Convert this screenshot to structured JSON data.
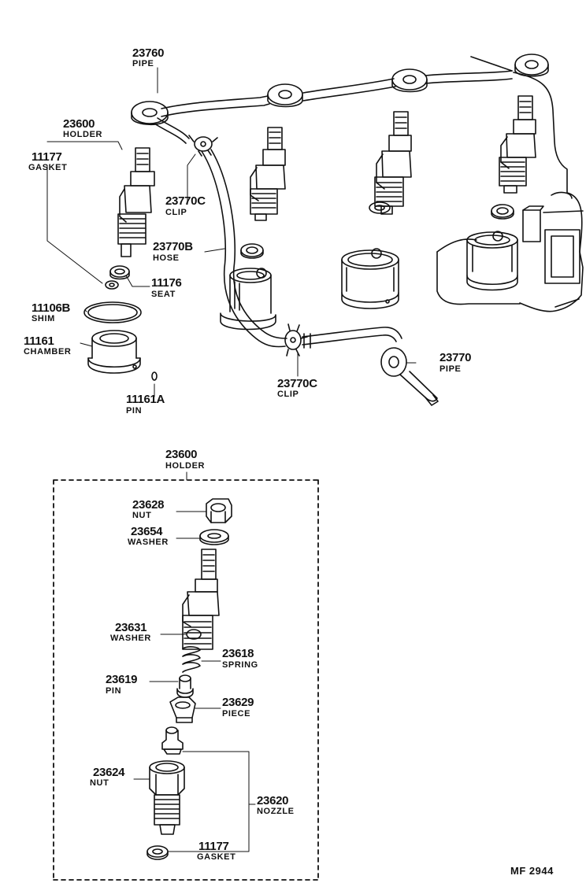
{
  "figure_code": "MF  2944",
  "callouts": {
    "pipe_23760": {
      "number": "23760",
      "name": "PIPE"
    },
    "holder_top": {
      "number": "23600",
      "name": "HOLDER"
    },
    "gasket_top": {
      "number": "11177",
      "name": "GASKET"
    },
    "clip_23770c_a": {
      "number": "23770C",
      "name": "CLIP"
    },
    "hose_23770b": {
      "number": "23770B",
      "name": "HOSE"
    },
    "seat_11176": {
      "number": "11176",
      "name": "SEAT"
    },
    "shim_11106b": {
      "number": "11106B",
      "name": "SHIM"
    },
    "chamber_11161": {
      "number": "11161",
      "name": "CHAMBER"
    },
    "pin_11161a": {
      "number": "11161A",
      "name": "PIN"
    },
    "clip_23770c_b": {
      "number": "23770C",
      "name": "CLIP"
    },
    "pipe_23770": {
      "number": "23770",
      "name": "PIPE"
    },
    "holder_exploded": {
      "number": "23600",
      "name": "HOLDER"
    },
    "nut_23628": {
      "number": "23628",
      "name": "NUT"
    },
    "washer_23654": {
      "number": "23654",
      "name": "WASHER"
    },
    "washer_23631": {
      "number": "23631",
      "name": "WASHER"
    },
    "spring_23618": {
      "number": "23618",
      "name": "SPRING"
    },
    "pin_23619": {
      "number": "23619",
      "name": "PIN"
    },
    "piece_23629": {
      "number": "23629",
      "name": "PIECE"
    },
    "nut_23624": {
      "number": "23624",
      "name": "NUT"
    },
    "nozzle_23620": {
      "number": "23620",
      "name": "NOZZLE"
    },
    "gasket_bottom": {
      "number": "11177",
      "name": "GASKET"
    }
  }
}
